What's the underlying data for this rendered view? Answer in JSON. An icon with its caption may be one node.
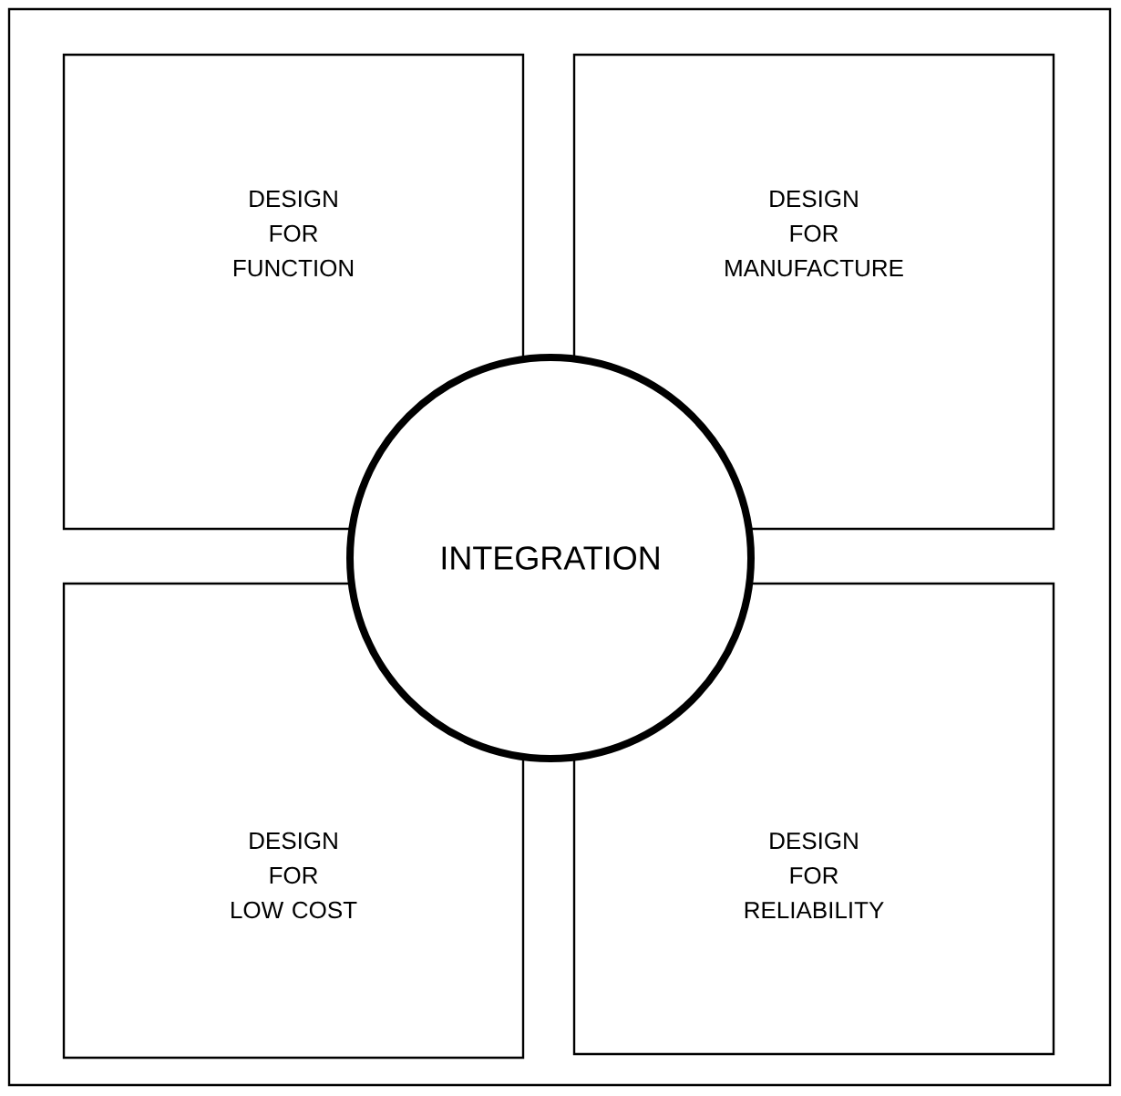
{
  "diagram": {
    "nodes": [
      {
        "text": [
          "DESIGN FOR FUNCTION"
        ]
      },
      {
        "text": [
          "DESIGN FOR MANUFACTURE"
        ]
      },
      {
        "text": [
          "DESIGN FOR LOW COST"
        ]
      },
      {
        "text": [
          "DESIGN FOR RELIABILITY"
        ]
      },
      {
        "text": [
          "INTEGRATION"
        ]
      }
    ]
  }
}
